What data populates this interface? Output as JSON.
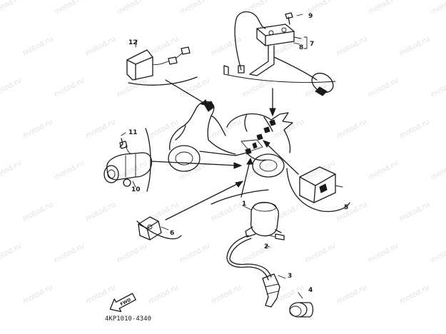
{
  "watermark": {
    "text": "motod.ru",
    "color": "#c8c8c8"
  },
  "diagram": {
    "part_code": "4KP1010-4340",
    "fwd_label": "FWD",
    "callouts": [
      "1",
      "2",
      "3",
      "4",
      "5",
      "6",
      "7",
      "8",
      "9",
      "10",
      "11",
      "12"
    ]
  },
  "colors": {
    "ink": "#1a1a1a",
    "background": "#ffffff"
  }
}
